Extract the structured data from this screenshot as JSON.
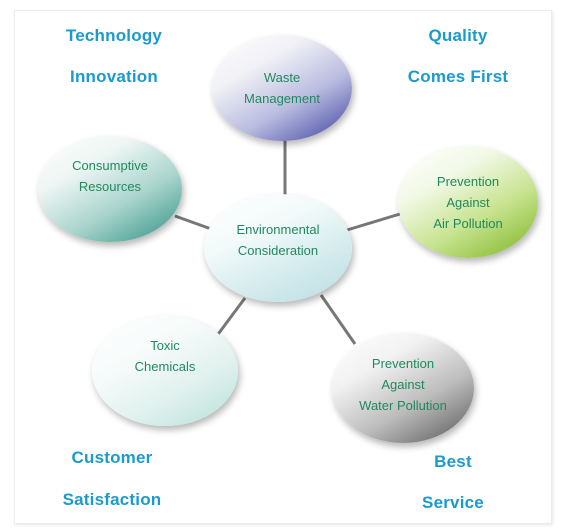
{
  "slogans": {
    "top_left": [
      "Technology",
      "Innovation"
    ],
    "top_right": [
      "Quality",
      "Comes First"
    ],
    "bottom_left": [
      "Customer",
      "Satisfaction"
    ],
    "bottom_right": [
      "Best",
      "Service"
    ]
  },
  "nodes": {
    "center": [
      "Environmental",
      "Consideration"
    ],
    "waste": [
      "Waste",
      "Management"
    ],
    "consumptive": [
      "Consumptive",
      "Resources"
    ],
    "air": [
      "Prevention",
      "Against",
      "Air Pollution"
    ],
    "toxic": [
      "Toxic",
      "Chemicals"
    ],
    "water": [
      "Prevention",
      "Against",
      "Water Pollution"
    ]
  },
  "colors": {
    "slogan": "#1a9bd0",
    "node_text": "#1f8a5e",
    "connector": "#777777",
    "waste_accent": "#3b3f9e",
    "consumptive_accent": "#2e8f82",
    "air_accent": "#7ab31f",
    "toxic_accent": "#b7e0d9",
    "water_accent": "#555555",
    "center_accent": "#b9dde2"
  }
}
